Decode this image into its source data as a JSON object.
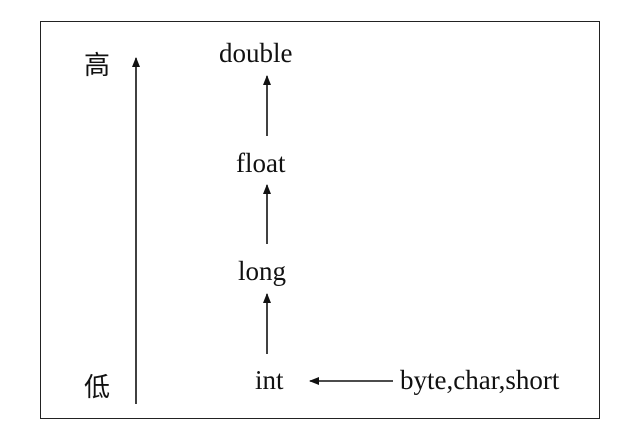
{
  "scale": {
    "high": "高",
    "low": "低"
  },
  "types": {
    "double": "double",
    "float": "float",
    "long": "long",
    "int": "int",
    "small": "byte,char,short"
  }
}
